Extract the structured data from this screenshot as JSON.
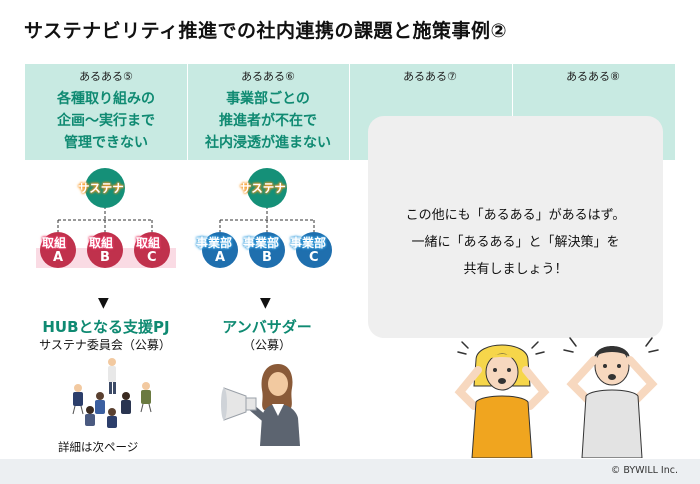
{
  "title": "サステナビリティ推進での社内連携の課題と施策事例②",
  "columns": [
    {
      "head": "あるある⑤",
      "lines": [
        "各種取り組みの",
        "企画～実行まで",
        "管理できない"
      ]
    },
    {
      "head": "あるある⑥",
      "lines": [
        "事業部ごとの",
        "推進者が不在で",
        "社内浸透が進まない"
      ]
    },
    {
      "head": "あるある⑦",
      "lines": []
    },
    {
      "head": "あるある⑧",
      "lines": []
    }
  ],
  "diagram_left": {
    "center": "サステナ",
    "nodes": [
      {
        "top": "取組",
        "letter": "A"
      },
      {
        "top": "取組",
        "letter": "B"
      },
      {
        "top": "取組",
        "letter": "C"
      }
    ],
    "arrow": "▼",
    "hub_title": "HUBとなる支援PJ",
    "hub_sub": "サステナ委員会（公募）",
    "next_page": "詳細は次ページ"
  },
  "diagram_right": {
    "center": "サステナ",
    "nodes": [
      {
        "top": "事業部",
        "letter": "A"
      },
      {
        "top": "事業部",
        "letter": "B"
      },
      {
        "top": "事業部",
        "letter": "C"
      }
    ],
    "arrow": "▼",
    "hub_title": "アンバサダー",
    "hub_sub": "（公募）"
  },
  "panel": {
    "lines": [
      "この他にも「あるある」があるはず。",
      "一緒に「あるある」と「解決策」を",
      "共有しましょう！"
    ]
  },
  "footer": {
    "copyright": "© BYWILL Inc."
  },
  "colors": {
    "teal": "#159078",
    "mint": "#c8eae2",
    "red": "#c0314c",
    "blue": "#1f6fae",
    "orange": "#f7941d"
  }
}
